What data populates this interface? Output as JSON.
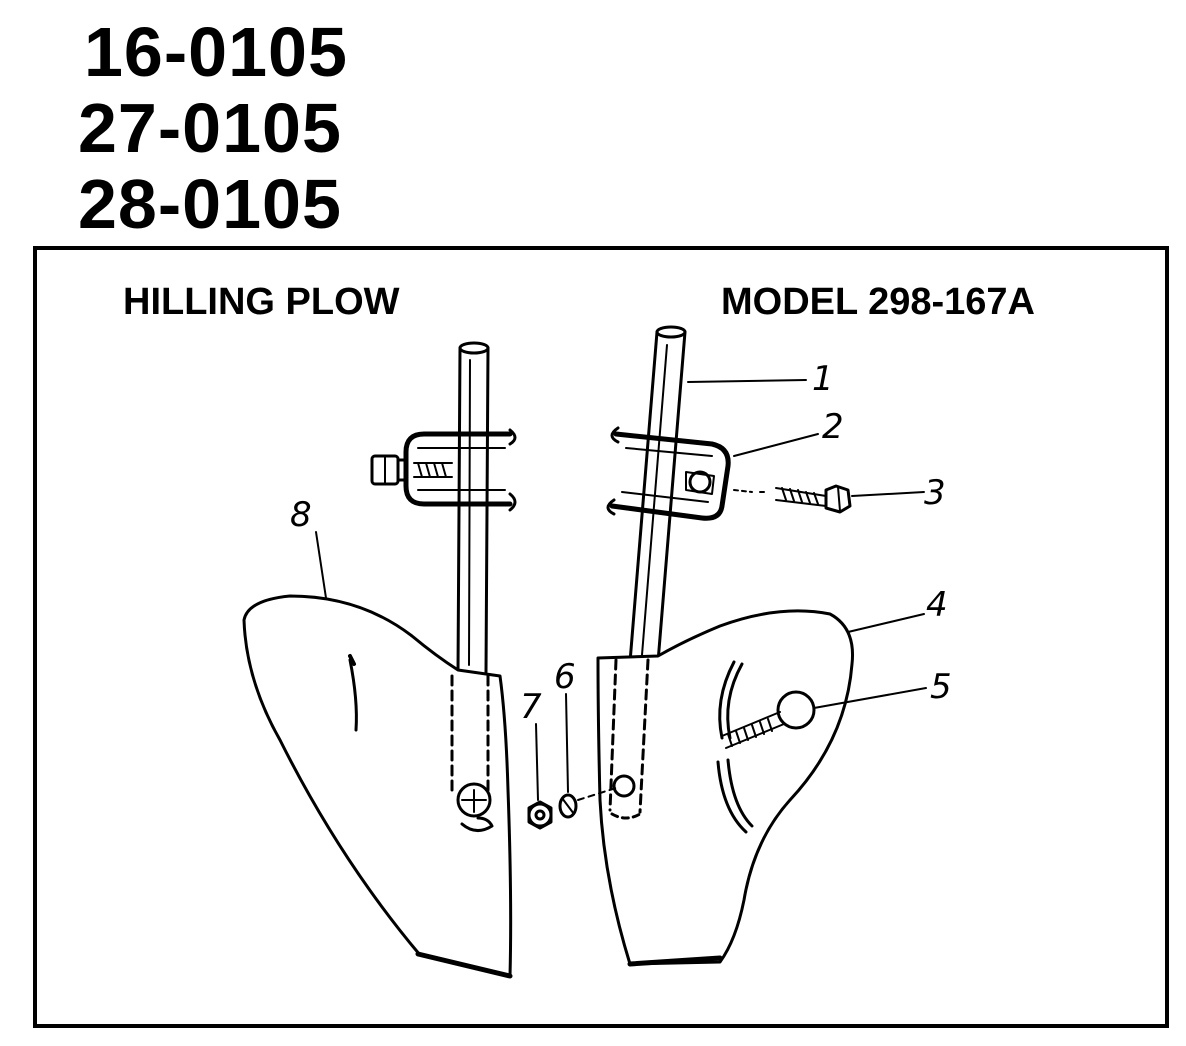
{
  "part_numbers": [
    "16-0105",
    "27-0105",
    "28-0105"
  ],
  "title_left": "HILLING PLOW",
  "title_right": "MODEL 298-167A",
  "callouts": [
    "1",
    "2",
    "3",
    "4",
    "5",
    "6",
    "7",
    "8"
  ],
  "colors": {
    "ink": "#000000",
    "paper": "#ffffff"
  }
}
